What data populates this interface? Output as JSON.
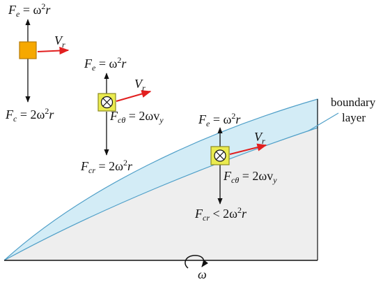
{
  "colors": {
    "boundary_layer_fill": "#d3ecf6",
    "boundary_layer_stroke": "#4f9fc8",
    "plate_fill": "#eeeeee",
    "velocity_arrow": "#e21f1f",
    "free_particle_fill": "#f6a800",
    "free_particle_stroke": "#b77a00",
    "box_particle_fill": "#eaeb4f",
    "box_particle_stroke": "#8c8a20",
    "line": "#111111"
  },
  "labels": {
    "boundary_line1": "boundary",
    "boundary_line2": "layer"
  },
  "particles": [
    {
      "id": "free",
      "fe": {
        "F": "F",
        "sub": "e",
        "rhs_a": " = ω",
        "sup": "2",
        "rhs_b": "r"
      },
      "vr": {
        "V": "V",
        "sub": "r"
      },
      "fc": {
        "F": "F",
        "sub": "c",
        "rhs_a": " = 2ω",
        "sup": "2",
        "rhs_b": "r"
      }
    },
    {
      "id": "mid",
      "fe": {
        "F": "F",
        "sub": "e",
        "rhs_a": " = ω",
        "sup": "2",
        "rhs_b": "r"
      },
      "vr": {
        "V": "V",
        "sub": "r"
      },
      "fctheta": {
        "F": "F",
        "sub": "cθ",
        "rhs_a": " = 2ωv",
        "sub2": "y"
      },
      "fcr": {
        "F": "F",
        "sub": "cr",
        "rhs_a": " = 2ω",
        "sup": "2",
        "rhs_b": "r"
      }
    },
    {
      "id": "boundary",
      "fe": {
        "F": "F",
        "sub": "e",
        "rhs_a": " = ω",
        "sup": "2",
        "rhs_b": "r"
      },
      "vr": {
        "V": "V",
        "sub": "r"
      },
      "fctheta": {
        "F": "F",
        "sub": "cθ",
        "rhs_a": " = 2ωv",
        "sub2": "y"
      },
      "fcr": {
        "F": "F",
        "sub": "cr",
        "rhs_a": " < 2ω",
        "sup": "2",
        "rhs_b": "r"
      }
    }
  ],
  "rotation": {
    "symbol": "ω"
  }
}
